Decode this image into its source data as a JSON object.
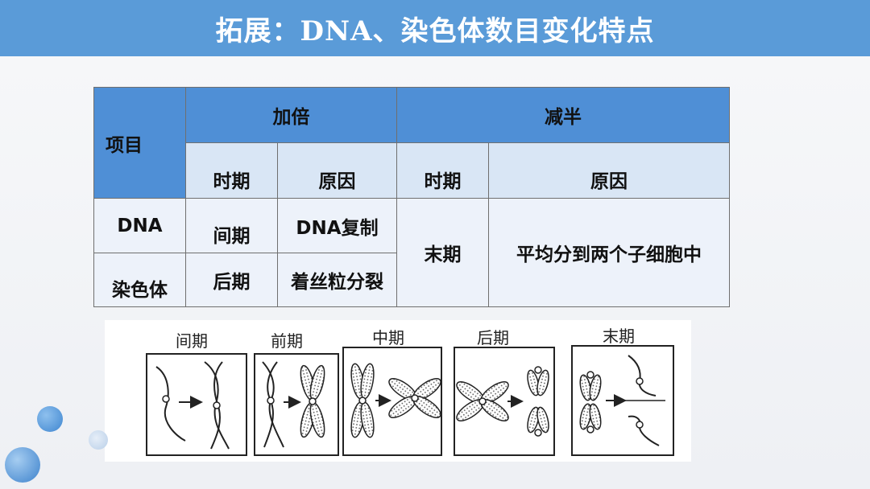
{
  "title": {
    "prefix": "拓展：",
    "latin": "DNA",
    "suffix": "、染色体数目变化特点"
  },
  "table": {
    "item_header": "项目",
    "double_header": "加倍",
    "half_header": "减半",
    "period": "时期",
    "reason": "原因",
    "rows": [
      {
        "item": "DNA",
        "double_period": "间期",
        "double_reason": "DNA复制"
      },
      {
        "item": "染色体",
        "double_period": "后期",
        "double_reason": "着丝粒分裂"
      }
    ],
    "half_period": "末期",
    "half_reason": "平均分到两个子细胞中"
  },
  "diagram": {
    "stages": [
      "间期",
      "前期",
      "中期",
      "后期",
      "末期"
    ]
  },
  "colors": {
    "title_bar": "#5a9bd8",
    "header_dark": "#4f8fd6",
    "header_mid": "#d9e6f5",
    "body_light": "#edf2fa",
    "deco_blue": "#4a8fd3"
  }
}
